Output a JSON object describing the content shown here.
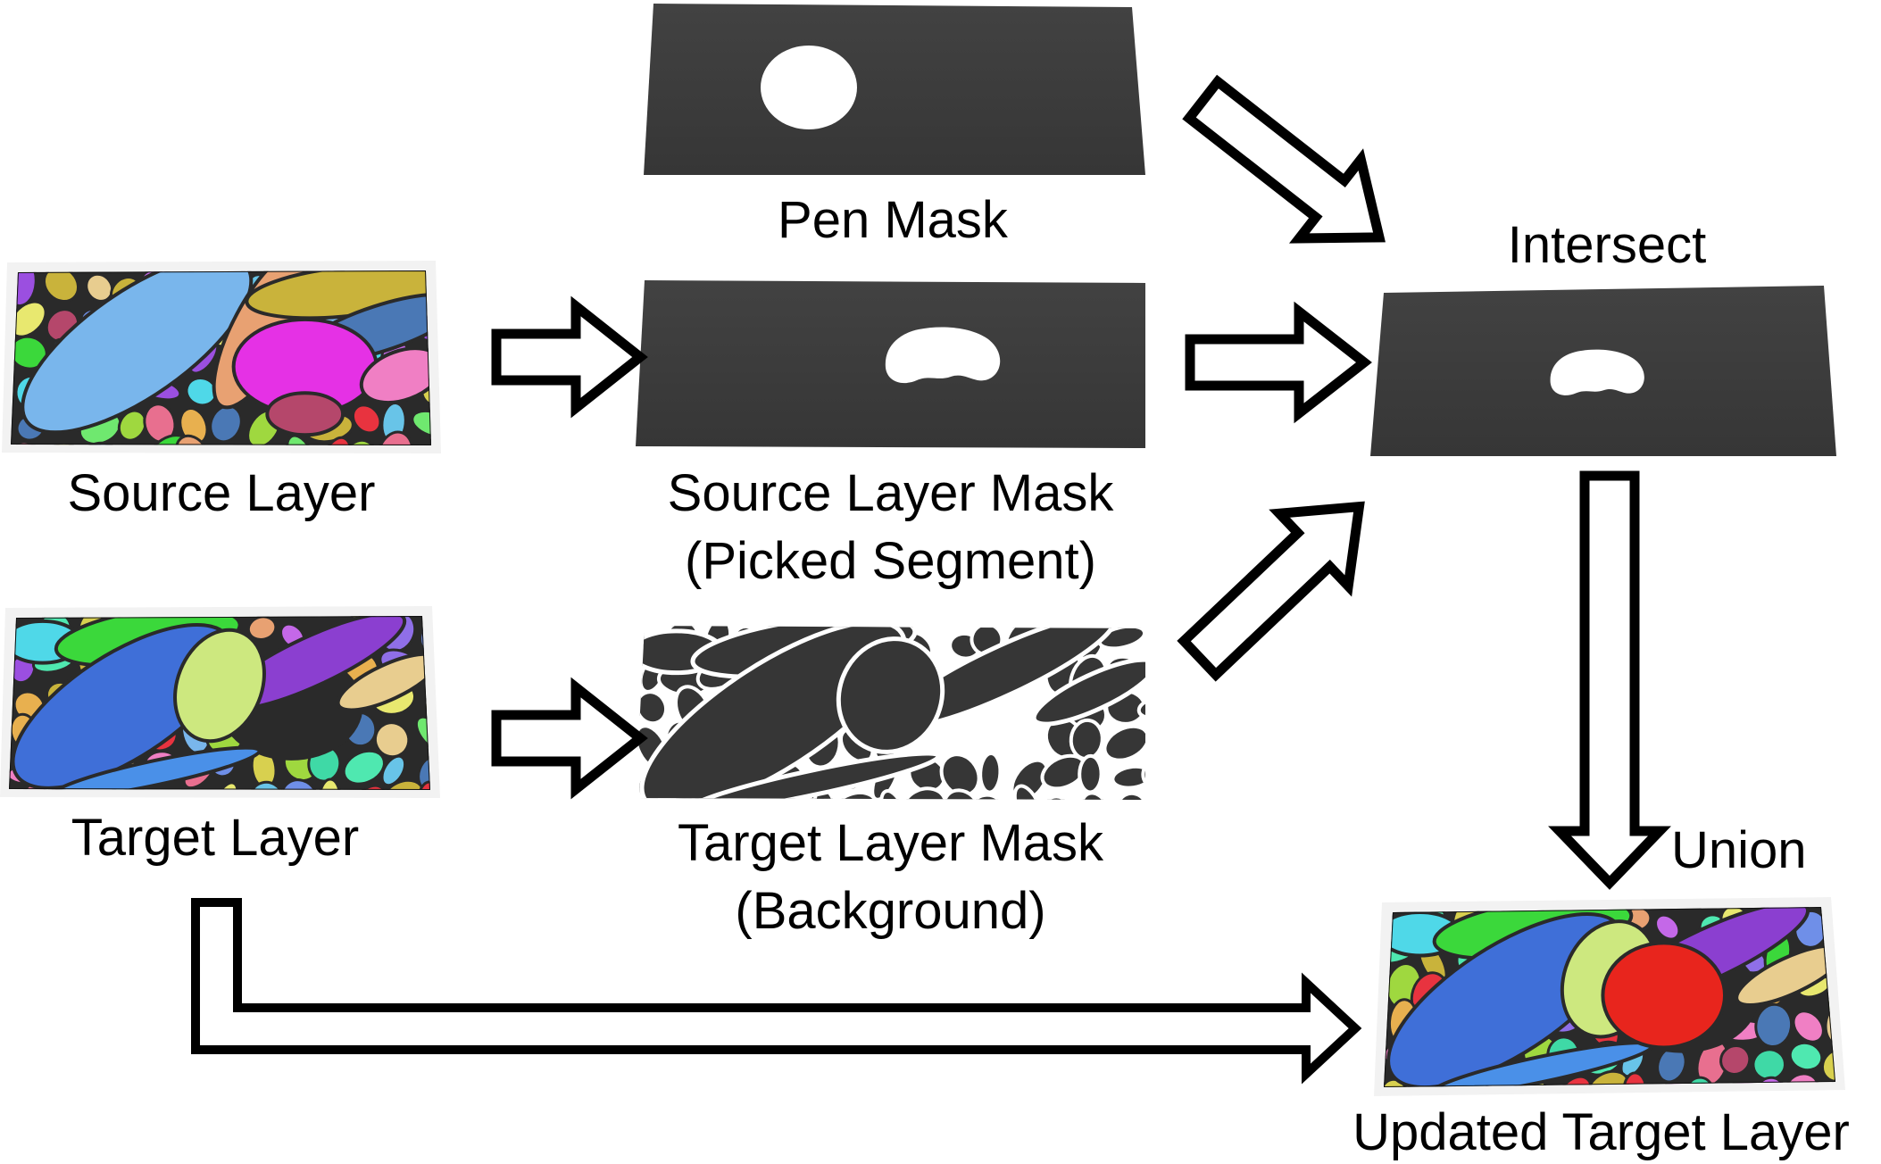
{
  "figure": {
    "nodes": [
      {
        "id": "pen-mask",
        "label": "Pen Mask"
      },
      {
        "id": "source-layer",
        "label": "Source Layer"
      },
      {
        "id": "source-layer-mask",
        "label": "Source Layer Mask",
        "sublabel": "(Picked Segment)"
      },
      {
        "id": "target-layer",
        "label": "Target Layer"
      },
      {
        "id": "target-layer-mask",
        "label": "Target Layer Mask",
        "sublabel": "(Background)"
      },
      {
        "id": "intersect",
        "label": "Intersect"
      },
      {
        "id": "union",
        "label": "Union"
      },
      {
        "id": "updated-target-layer",
        "label": "Updated Target Layer"
      }
    ],
    "edges": [
      {
        "from": "source-layer",
        "to": "source-layer-mask"
      },
      {
        "from": "target-layer",
        "to": "target-layer-mask"
      },
      {
        "from": "pen-mask",
        "to": "intersect"
      },
      {
        "from": "source-layer-mask",
        "to": "intersect"
      },
      {
        "from": "target-layer-mask",
        "to": "intersect"
      },
      {
        "from": "intersect",
        "to": "updated-target-layer"
      },
      {
        "from": "target-layer",
        "to": "updated-target-layer"
      }
    ],
    "colors": {
      "canvas": "#ffffff",
      "mask_panel_top": "#424242",
      "mask_panel_bottom": "#363636",
      "mask_shape": "#ffffff",
      "segmentation_background": "#2a2a2a",
      "arrow_fill": "#ffffff",
      "arrow_outline": "#000000",
      "label_text": "#000000",
      "frame": "#f2f2f2",
      "panel_border": "#111111",
      "union_patch": "#e8251d",
      "palette": [
        "#79b6ec",
        "#4a78b5",
        "#e8a172",
        "#c9b33b",
        "#e531e5",
        "#e8333f",
        "#3bd83b",
        "#9fd83f",
        "#f07fc4",
        "#9b4fe0",
        "#3fd9a6",
        "#4fd8e8",
        "#e8cd8f",
        "#b5476b",
        "#d8d04f",
        "#6fe86f",
        "#8f6fe8",
        "#e86f8f",
        "#4fe8b0",
        "#e8b04f",
        "#6f8fe8",
        "#c468e8",
        "#68c4e8",
        "#e8e86f"
      ]
    }
  }
}
